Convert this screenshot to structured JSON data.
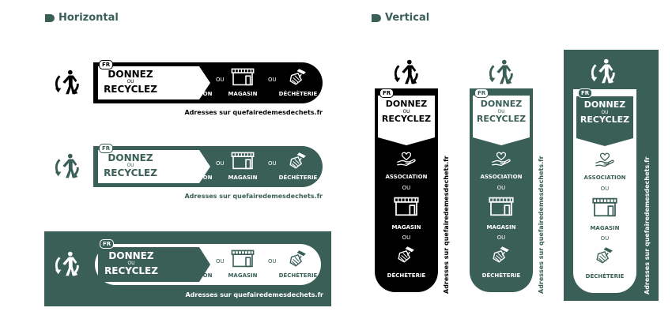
{
  "sections": {
    "horizontal_title": "Horizontal",
    "vertical_title": "Vertical"
  },
  "label": {
    "country": "FR",
    "line1": "DONNEZ",
    "line2": "OU",
    "line3": "RECYCLEZ",
    "ou": "OU",
    "option1": "ASSOCIATION",
    "option2": "MAGASIN",
    "option3": "DÉCHÈTERIE",
    "address": "Adresses sur quefairedemesdechets.fr"
  },
  "colors": {
    "black": "#000000",
    "green": "#3a5f57",
    "white": "#ffffff"
  },
  "icons": [
    "triman-icon",
    "heart-hand-icon",
    "shop-icon",
    "recycling-waste-icon"
  ]
}
